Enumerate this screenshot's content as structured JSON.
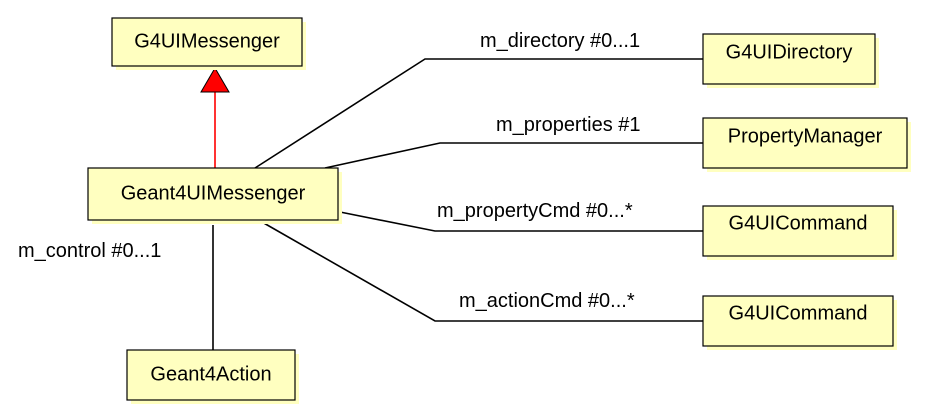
{
  "classes": {
    "g4uimessenger": "G4UIMessenger",
    "geant4uimessenger": "Geant4UIMessenger",
    "geant4action": "Geant4Action",
    "g4uidirectory": "G4UIDirectory",
    "propertymanager": "PropertyManager",
    "g4uicommand_property": "G4UICommand",
    "g4uicommand_action": "G4UICommand"
  },
  "relations": {
    "m_directory": "m_directory #0...1",
    "m_properties": "m_properties #1",
    "m_propertyCmd": "m_propertyCmd #0...*",
    "m_actionCmd": "m_actionCmd #0...*",
    "m_control": "m_control #0...1"
  },
  "colors": {
    "class_fill": "#ffffc0",
    "inheritance": "#ff0000",
    "line": "#000000"
  },
  "icons": {
    "inheritance_marker": "hollow-triangle-arrow"
  }
}
